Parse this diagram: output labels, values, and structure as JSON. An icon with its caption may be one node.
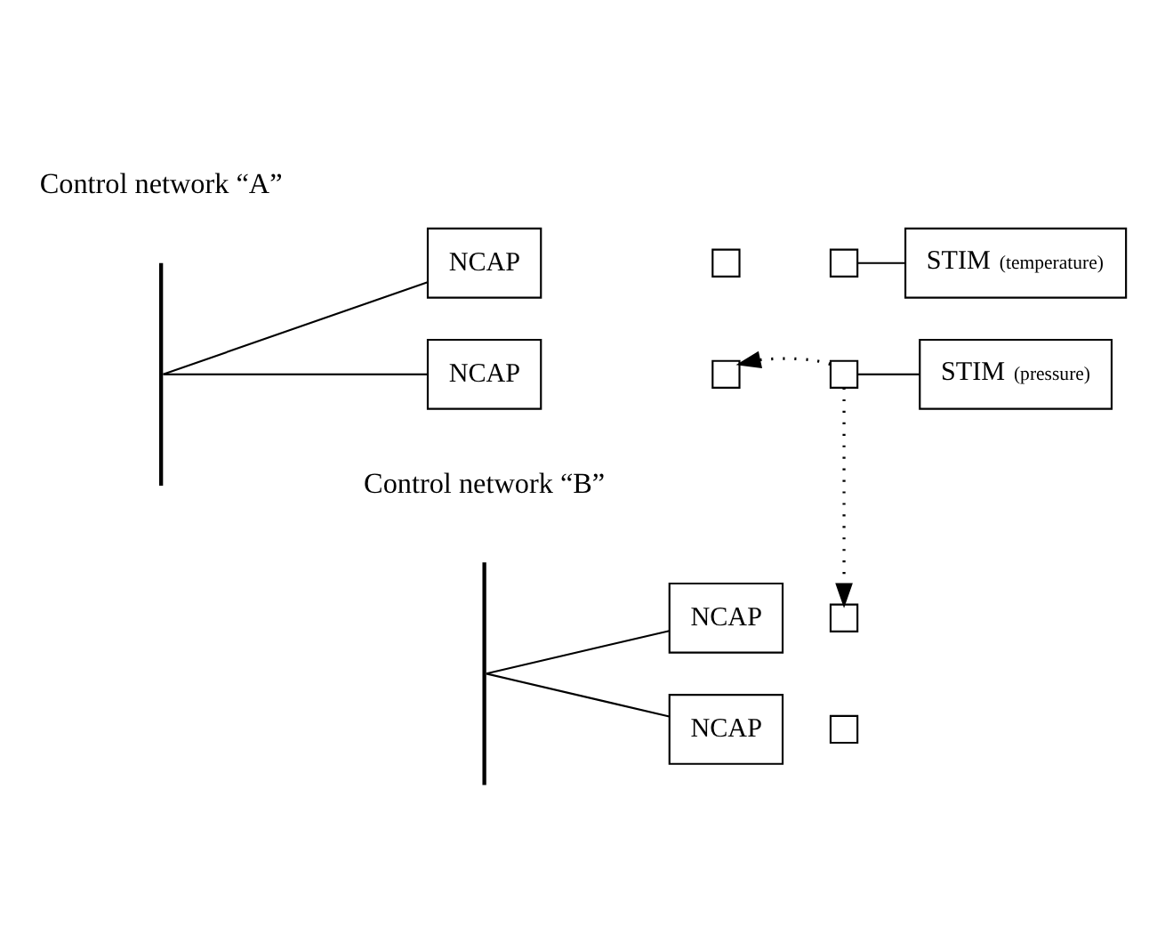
{
  "diagram": {
    "nodes": [
      {
        "text": [],
        "shape": "bar"
      },
      {
        "text": [
          "NCAP"
        ]
      },
      {
        "text": [],
        "shape": "box"
      },
      {
        "text": [],
        "shape": "box"
      },
      {
        "text": [
          "STIM",
          "(temperature)"
        ]
      },
      {
        "text": [
          "NCAP"
        ]
      },
      {
        "text": [],
        "shape": "box"
      },
      {
        "text": [],
        "shape": "box"
      },
      {
        "text": [
          "STIM",
          "(pressure)"
        ]
      },
      {
        "text": [],
        "shape": "bar"
      },
      {
        "text": [
          "NCAP"
        ]
      },
      {
        "text": [],
        "shape": "box"
      },
      {
        "text": [
          "NCAP"
        ]
      },
      {
        "text": [],
        "shape": "box"
      }
    ],
    "edges": [
      {
        "from": 0,
        "to": 1,
        "arrow": "none"
      },
      {
        "from": 3,
        "to": 4,
        "arrow": "none"
      },
      {
        "from": 0,
        "to": 5,
        "arrow": "none"
      },
      {
        "from": 7,
        "to": 8,
        "arrow": "none"
      },
      {
        "from": 7,
        "to": 6,
        "arrow": "to",
        "style": "dashed"
      },
      {
        "from": 7,
        "to": 11,
        "arrow": "to",
        "style": "dashed"
      },
      {
        "from": 9,
        "to": 10,
        "arrow": "none"
      },
      {
        "from": 9,
        "to": 12,
        "arrow": "none"
      }
    ],
    "labels": [
      "Control network “A”",
      "Control network “B”"
    ]
  }
}
